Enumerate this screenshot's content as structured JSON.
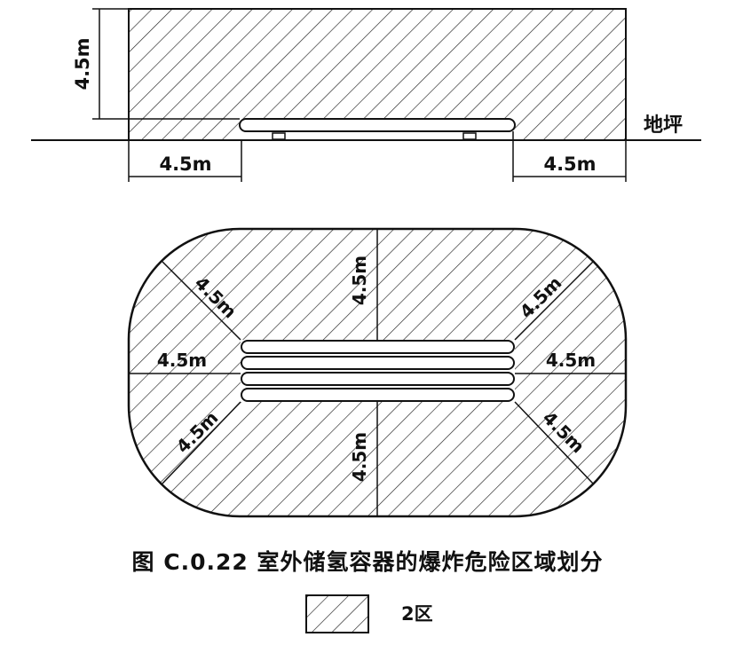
{
  "elevation": {
    "ground_label": "地坪",
    "height_dim": "4.5m",
    "left_dim": "4.5m",
    "right_dim": "4.5m"
  },
  "plan": {
    "dims": [
      "4.5m",
      "4.5m",
      "4.5m",
      "4.5m",
      "4.5m",
      "4.5m",
      "4.5m",
      "4.5m"
    ]
  },
  "caption": "图 C.0.22   室外储氢容器的爆炸危险区域划分",
  "legend": {
    "label": "2区"
  },
  "colors": {
    "ink": "#111111",
    "background": "#ffffff"
  }
}
